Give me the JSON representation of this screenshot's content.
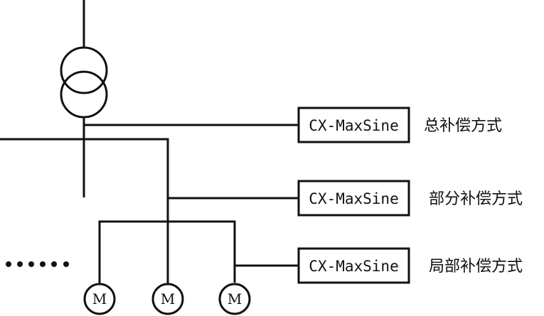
{
  "compensators": [
    {
      "device": "CX-MaxSine",
      "mode": "总补偿方式"
    },
    {
      "device": "CX-MaxSine",
      "mode": "部分补偿方式"
    },
    {
      "device": "CX-MaxSine",
      "mode": "局部补偿方式"
    }
  ],
  "motors": [
    {
      "label": "M"
    },
    {
      "label": "M"
    },
    {
      "label": "M"
    }
  ],
  "icons": {
    "transformer": "transformer-icon",
    "motor": "motor-icon",
    "continuation": "ellipsis-dots-icon"
  },
  "colors": {
    "line": "#111111",
    "background": "#ffffff"
  }
}
